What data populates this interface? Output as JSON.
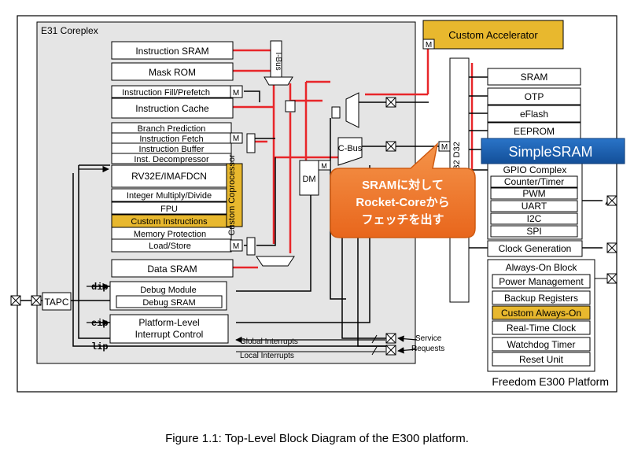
{
  "platform_title": "Freedom E300 Platform",
  "coreplex_title": "E31 Coreplex",
  "accelerator": "Custom Accelerator",
  "accel_port": "M",
  "buses": {
    "ibus": "I-Bus",
    "cbus": "C-Bus",
    "pbus": "Periph Bus B32 D32"
  },
  "core_blocks": {
    "instr_sram": "Instruction SRAM",
    "mask_rom": "Mask ROM",
    "fill": "Instruction Fill/Prefetch",
    "icache": "Instruction Cache",
    "branch": "Branch Prediction",
    "fetch": "Instruction Fetch",
    "buffer": "Instruction Buffer",
    "decomp": "Inst. Decompressor",
    "rv32": "RV32E/IMAFDCN",
    "mul": "Integer Multiply/Divide",
    "fpu": "FPU",
    "custom_instr": "Custom Instructions",
    "memprot": "Memory Protection",
    "loadstore": "Load/Store",
    "coproc": "Custom Coprocessor",
    "data_sram": "Data SRAM",
    "debug": "Debug Module",
    "debug_sram": "Debug SRAM",
    "plic_1": "Platform-Level",
    "plic_2": "Interrupt Control",
    "dma": "DM",
    "m_port": "M"
  },
  "signals": {
    "dip": "dip",
    "eip": "eip",
    "lip": "lip",
    "tapc": "TAPC"
  },
  "interrupts": {
    "global": "Global Interrupts",
    "local": "Local Interrupts",
    "service_1": "Service",
    "service_2": "Requests"
  },
  "peripherals": {
    "sram": "SRAM",
    "otp": "OTP",
    "eflash": "eFlash",
    "eeprom": "EEPROM",
    "gpio": "GPIO Complex",
    "counter": "Counter/Timer",
    "pwm": "PWM",
    "uart": "UART",
    "i2c": "I2C",
    "spi": "SPI",
    "clock": "Clock Generation"
  },
  "always_on": {
    "title": "Always-On Block",
    "items": [
      "Power Management",
      "Backup Registers",
      "Custom Always-On",
      "Real-Time Clock",
      "Watchdog Timer",
      "Reset Unit"
    ]
  },
  "overlays": {
    "simplesram": "SimpleSRAM",
    "callout_1": "SRAMに対して",
    "callout_2": "Rocket-Coreから",
    "callout_3": "フェッチを出す"
  },
  "caption": "Figure 1.1: Top-Level Block Diagram of the E300 platform.",
  "colors": {
    "coreplex_bg": "#e5e5e5",
    "custom": "#e8b82e",
    "bus_red": "#e8262a",
    "callout": "#f07a2a",
    "simplesram": "#1a5fb0"
  }
}
